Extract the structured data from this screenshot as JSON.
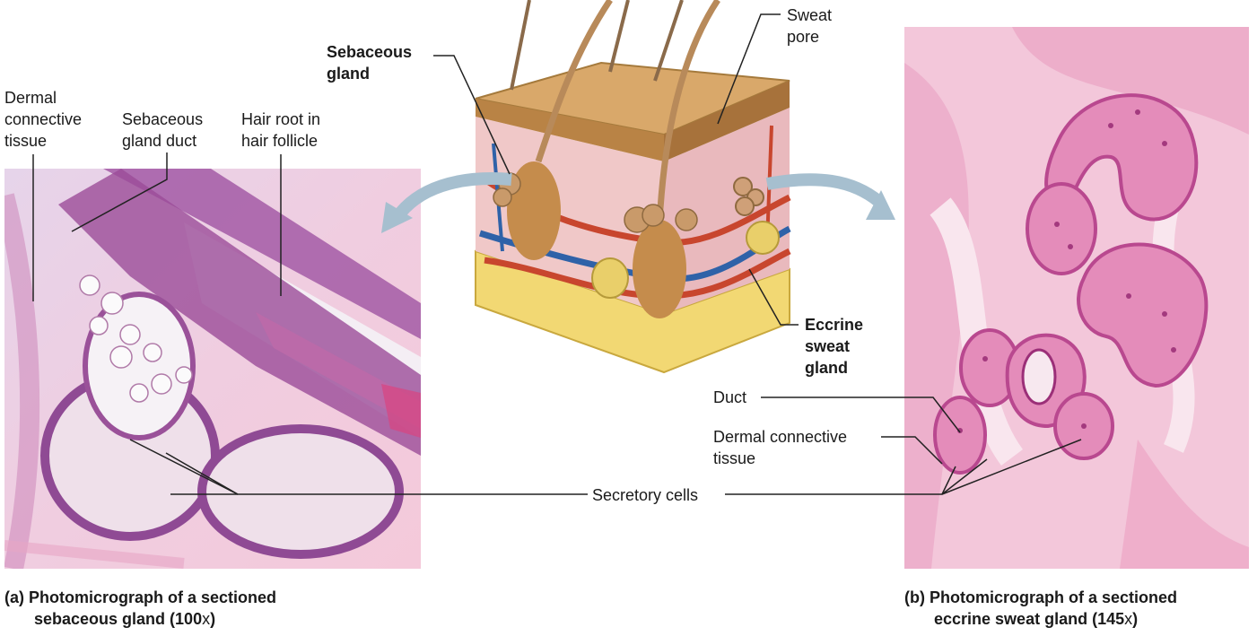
{
  "labels": {
    "dermal_ct_a": "Dermal\nconnective\ntissue",
    "sebaceous_gland_duct": "Sebaceous\ngland duct",
    "hair_root": "Hair root in\nhair follicle",
    "sebaceous_gland": "Sebaceous\ngland",
    "sweat_pore": "Sweat\npore",
    "eccrine_sweat_gland": "Eccrine\nsweat\ngland",
    "duct": "Duct",
    "dermal_ct_b": "Dermal connective\ntissue",
    "secretory_cells": "Secretory cells"
  },
  "captions": {
    "a_line1": "(a) Photomicrograph of a sectioned",
    "a_line2": "sebaceous gland (100",
    "b_line1": "(b) Photomicrograph of a sectioned",
    "b_line2": "eccrine sweat gland (145",
    "mag_x": "x",
    "close_paren": ")"
  },
  "colors": {
    "stain_light": "#f3c9dc",
    "stain_mid": "#d98cb6",
    "stain_dark": "#8a3f86",
    "epidermis_purple": "#9a4f9a",
    "skin_tan": "#d9a86a",
    "dermis_pink": "#f0c8c8",
    "fat_yellow": "#f2d873",
    "vessel_red": "#c8462e",
    "vessel_blue": "#2f62a8",
    "arrow_blue": "#a6bfcf",
    "leader": "#222222"
  }
}
